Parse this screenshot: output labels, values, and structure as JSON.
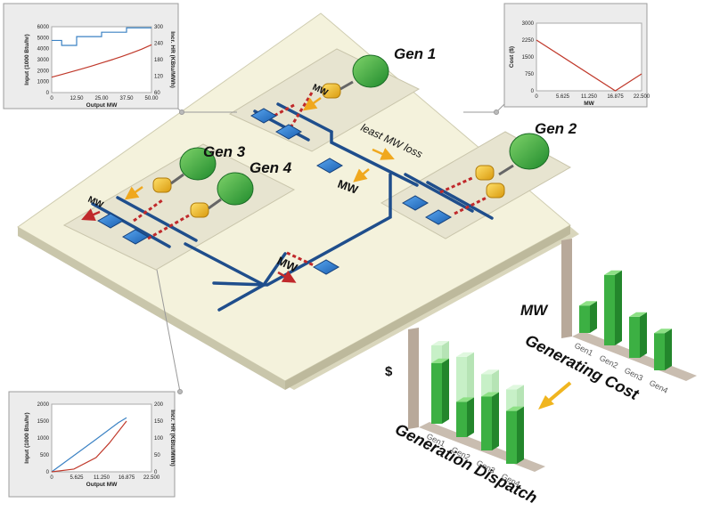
{
  "board": {
    "gen1": "Gen 1",
    "gen2": "Gen 2",
    "gen3": "Gen 3",
    "gen4": "Gen 4",
    "mw_label": "MW",
    "least_loss": "least MW loss"
  },
  "dispatch_chart": {
    "axis_label": "$",
    "title": "Generation Dispatch",
    "categories": [
      "Gen1",
      "Gen2",
      "Gen3",
      "Gen4"
    ]
  },
  "cost_chart": {
    "axis_label": "MW",
    "title": "Generating Cost",
    "categories": [
      "Gen1",
      "Gen2",
      "Gen3",
      "Gen4"
    ]
  },
  "chart_data": [
    {
      "type": "line",
      "panel": "top-left",
      "xlabel": "Output MW",
      "ylabel": "Input (1000 Btu/hr)",
      "y2label": "Incr. HR (KBtu/MWh)",
      "xticks": [
        "0",
        "12.50",
        "25.00",
        "37.50",
        "50.00"
      ],
      "yticks": [
        "0",
        "1000",
        "2000",
        "3000",
        "4000",
        "5000",
        "6000"
      ],
      "y2ticks": [
        "60",
        "120",
        "180",
        "240",
        "300"
      ],
      "xlim": [
        0,
        50
      ],
      "ylim": [
        0,
        6000
      ],
      "y2lim": [
        60,
        300
      ],
      "series": [
        {
          "color": "#c0392b",
          "x": [
            0,
            5,
            10,
            15,
            20,
            25,
            30,
            35,
            40,
            45,
            50
          ],
          "y": [
            1400,
            1650,
            1900,
            2150,
            2420,
            2700,
            2980,
            3280,
            3600,
            3950,
            4350
          ]
        },
        {
          "color": "#3b82c4",
          "axis": "y2",
          "x": [
            0,
            5,
            5,
            12.5,
            12.5,
            25,
            25,
            37.5,
            37.5,
            50
          ],
          "y": [
            250,
            250,
            232,
            232,
            264,
            264,
            280,
            280,
            296,
            296
          ]
        }
      ]
    },
    {
      "type": "line",
      "panel": "top-right",
      "xlabel": "MW",
      "ylabel": "Cost ($)",
      "xticks": [
        "0",
        "5.625",
        "11.250",
        "16.875",
        "22.500"
      ],
      "yticks": [
        "0",
        "750",
        "1500",
        "2250",
        "3000"
      ],
      "xlim": [
        0,
        22.5
      ],
      "ylim": [
        0,
        3000
      ],
      "series": [
        {
          "color": "#c0392b",
          "x": [
            0,
            16.875,
            22.5
          ],
          "y": [
            2250,
            0,
            750
          ]
        }
      ]
    },
    {
      "type": "line",
      "panel": "bottom-left",
      "xlabel": "Output MW",
      "ylabel": "Input (1000 Btu/hr)",
      "y2label": "Incr. HR (KBtu/MWh)",
      "xticks": [
        "0",
        "5.625",
        "11.250",
        "16.875",
        "22.500"
      ],
      "yticks": [
        "0",
        "500",
        "1000",
        "1500",
        "2000"
      ],
      "y2ticks": [
        "0",
        "50",
        "100",
        "150",
        "200"
      ],
      "xlim": [
        0,
        22.5
      ],
      "ylim": [
        0,
        2000
      ],
      "y2lim": [
        0,
        200
      ],
      "series": [
        {
          "color": "#3b82c4",
          "x": [
            0,
            5,
            10,
            15,
            16.875
          ],
          "y": [
            0,
            480,
            960,
            1450,
            1600
          ]
        },
        {
          "color": "#c0392b",
          "axis": "y2",
          "x": [
            0,
            5,
            10,
            13,
            16.875
          ],
          "y": [
            0,
            8,
            42,
            85,
            150
          ]
        }
      ]
    },
    {
      "type": "bar",
      "panel": "dispatch",
      "categories": [
        "Gen1",
        "Gen2",
        "Gen3",
        "Gen4"
      ],
      "values": [
        0.62,
        0.36,
        0.55,
        0.54
      ],
      "ghost_values": [
        0.8,
        0.82,
        0.78,
        0.76
      ]
    },
    {
      "type": "bar",
      "panel": "cost",
      "categories": [
        "Gen1",
        "Gen2",
        "Gen3",
        "Gen4"
      ],
      "values": [
        0.28,
        0.72,
        0.42,
        0.38
      ]
    }
  ],
  "colors": {
    "board_top": "#f3f2de",
    "bus": "#1f4e8c",
    "green": "#3cb043",
    "yellow": "#f0b51f",
    "transformer": "#2f7fd1",
    "arrow_red": "#c0292b",
    "arrow_yellow": "#f0a81e"
  }
}
